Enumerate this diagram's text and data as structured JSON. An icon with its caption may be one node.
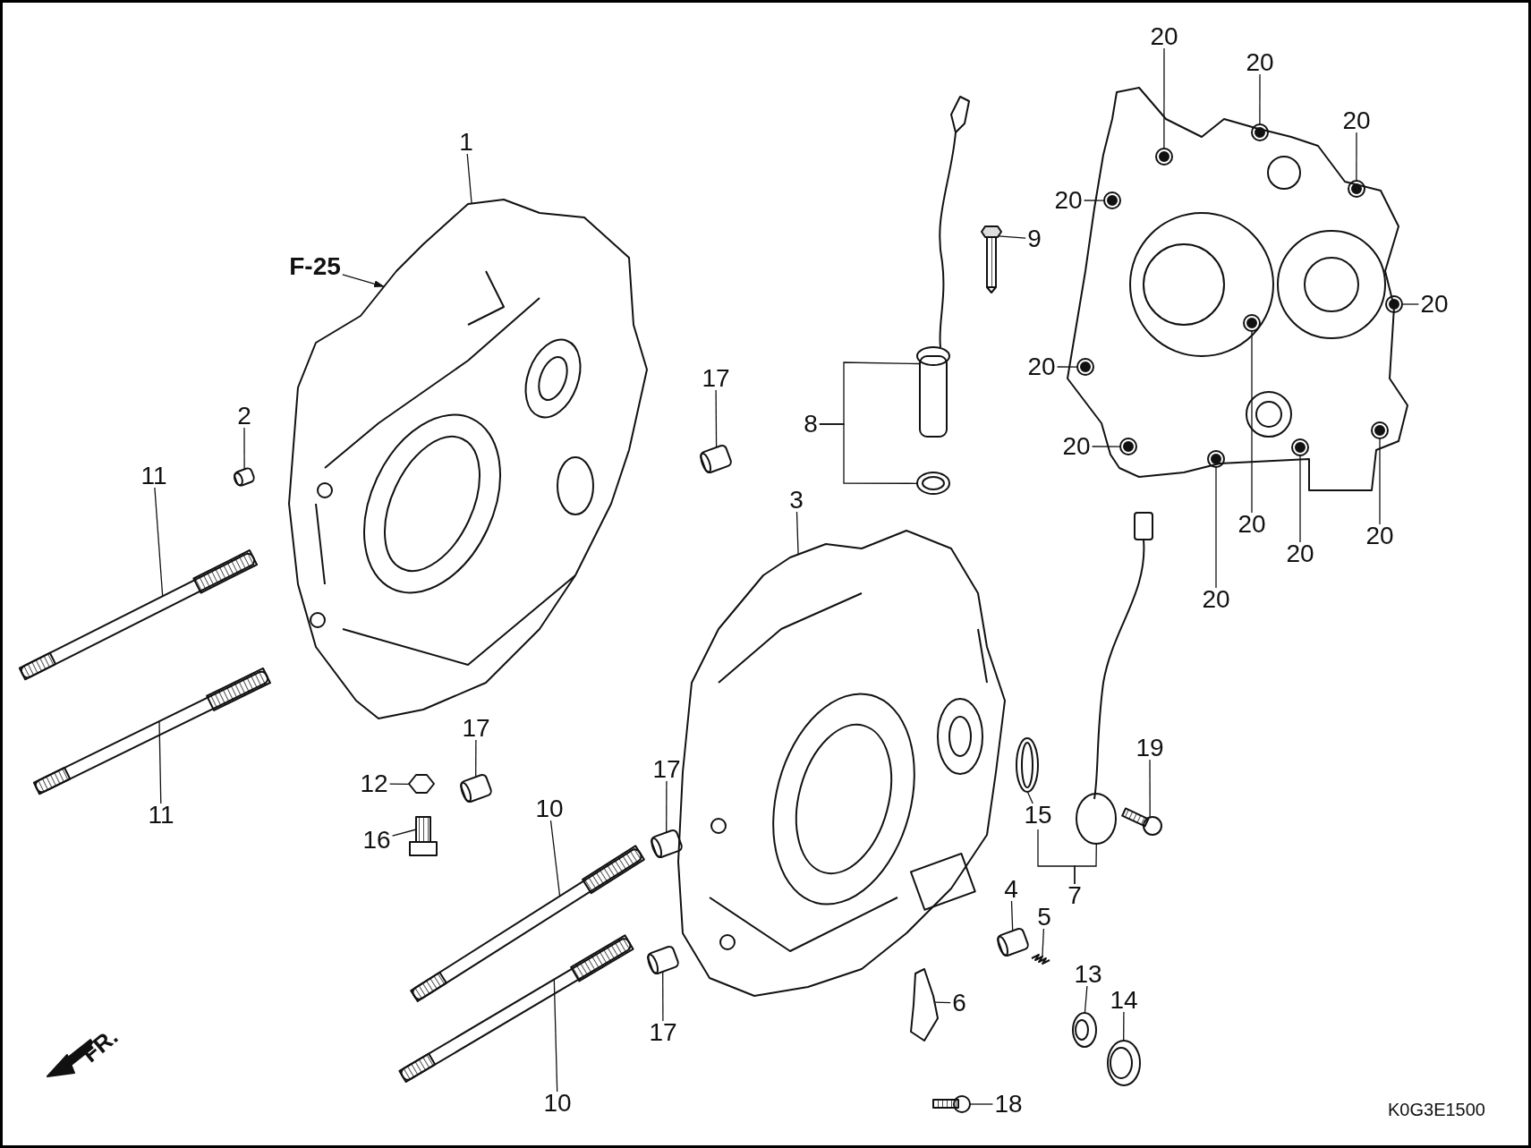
{
  "diagram": {
    "nodes": [
      {
        "text": [
          "20"
        ]
      },
      {
        "text": [
          "20"
        ]
      },
      {
        "text": [
          "20"
        ]
      },
      {
        "text": [
          "1"
        ]
      },
      {
        "text": [
          "20"
        ]
      },
      {
        "text": [
          "9"
        ]
      },
      {
        "text": [
          "F-25"
        ]
      },
      {
        "text": [
          "20"
        ]
      },
      {
        "text": [
          "20"
        ]
      },
      {
        "text": [
          "17"
        ]
      },
      {
        "text": [
          "2"
        ]
      },
      {
        "text": [
          "8"
        ]
      },
      {
        "text": [
          "20"
        ]
      },
      {
        "text": [
          "11"
        ]
      },
      {
        "text": [
          "3"
        ]
      },
      {
        "text": [
          "20"
        ]
      },
      {
        "text": [
          "20"
        ]
      },
      {
        "text": [
          "20"
        ]
      },
      {
        "text": [
          "20"
        ]
      },
      {
        "text": [
          "17"
        ]
      },
      {
        "text": [
          "19"
        ]
      },
      {
        "text": [
          "17"
        ]
      },
      {
        "text": [
          "12"
        ]
      },
      {
        "text": [
          "10"
        ]
      },
      {
        "text": [
          "11"
        ]
      },
      {
        "text": [
          "15"
        ]
      },
      {
        "text": [
          "16"
        ]
      },
      {
        "text": [
          "4"
        ]
      },
      {
        "text": [
          "7"
        ]
      },
      {
        "text": [
          "5"
        ]
      },
      {
        "text": [
          "13"
        ]
      },
      {
        "text": [
          "14"
        ]
      },
      {
        "text": [
          "6"
        ]
      },
      {
        "text": [
          "17"
        ]
      },
      {
        "text": [
          "10"
        ]
      },
      {
        "text": [
          "18"
        ]
      },
      {
        "text": [],
        "shape": "picture"
      },
      {
        "text": [],
        "shape": "circle"
      },
      {
        "text": [],
        "shape": "circle"
      },
      {
        "text": [],
        "shape": "circle"
      },
      {
        "text": [],
        "shape": "circle"
      },
      {
        "text": [],
        "shape": "circle"
      },
      {
        "text": [],
        "shape": "circle"
      },
      {
        "text": [],
        "shape": "circle"
      },
      {
        "text": [],
        "shape": "circle"
      },
      {
        "text": [],
        "shape": "circle"
      },
      {
        "text": [],
        "shape": "circle"
      },
      {
        "text": [],
        "shape": "circle"
      },
      {
        "text": [],
        "shape": "picture"
      },
      {
        "text": [],
        "shape": "picture"
      },
      {
        "text": [],
        "shape": "picture"
      },
      {
        "text": [],
        "shape": "picture"
      },
      {
        "text": [],
        "shape": "picture"
      },
      {
        "text": [],
        "shape": "picture"
      },
      {
        "text": [],
        "shape": "picture"
      },
      {
        "text": [],
        "shape": "picture"
      },
      {
        "text": [],
        "shape": "picture"
      },
      {
        "text": [],
        "shape": "picture"
      },
      {
        "text": [],
        "shape": "picture"
      },
      {
        "text": [],
        "shape": "picture"
      },
      {
        "text": [],
        "shape": "picture"
      },
      {
        "text": [],
        "shape": "picture"
      },
      {
        "text": [],
        "shape": "picture"
      },
      {
        "text": [],
        "shape": "picture"
      },
      {
        "text": [],
        "shape": "picture"
      },
      {
        "text": [],
        "shape": "picture"
      },
      {
        "text": [],
        "shape": "picture"
      },
      {
        "text": [],
        "shape": "picture"
      },
      {
        "text": [],
        "shape": "picture"
      },
      {
        "text": [],
        "shape": "picture"
      },
      {
        "text": [],
        "shape": "picture"
      },
      {
        "text": [],
        "shape": "picture"
      }
    ],
    "edges": [
      {
        "from": 0,
        "to": 38,
        "arrow": "none"
      },
      {
        "from": 1,
        "to": 37,
        "arrow": "none"
      },
      {
        "from": 2,
        "to": 39,
        "arrow": "none"
      },
      {
        "from": 3,
        "to": 36,
        "arrow": "none"
      },
      {
        "from": 4,
        "to": 40,
        "arrow": "none"
      },
      {
        "from": 5,
        "to": 48,
        "arrow": "none"
      },
      {
        "from": 6,
        "to": 36,
        "arrow": "to"
      },
      {
        "from": 7,
        "to": 41,
        "arrow": "none"
      },
      {
        "from": 8,
        "to": 43,
        "arrow": "none"
      },
      {
        "from": 9,
        "to": 51,
        "arrow": "none"
      },
      {
        "from": 10,
        "to": 52,
        "arrow": "none"
      },
      {
        "from": 11,
        "to": 49,
        "arrow": "none"
      },
      {
        "from": 11,
        "to": 50,
        "arrow": "none"
      },
      {
        "from": 12,
        "to": 45,
        "arrow": "none"
      },
      {
        "from": 13,
        "to": 53,
        "arrow": "none"
      },
      {
        "from": 14,
        "to": 54,
        "arrow": "none"
      },
      {
        "from": 15,
        "to": 42,
        "arrow": "none"
      },
      {
        "from": 16,
        "to": 44,
        "arrow": "none"
      },
      {
        "from": 17,
        "to": 46,
        "arrow": "none"
      },
      {
        "from": 18,
        "to": 47,
        "arrow": "none"
      },
      {
        "from": 19,
        "to": 55,
        "arrow": "none"
      },
      {
        "from": 20,
        "to": 56,
        "arrow": "none"
      },
      {
        "from": 21,
        "to": 57,
        "arrow": "none"
      },
      {
        "from": 22,
        "to": 58,
        "arrow": "none"
      },
      {
        "from": 23,
        "to": 59,
        "arrow": "none"
      },
      {
        "from": 24,
        "to": 60,
        "arrow": "none"
      },
      {
        "from": 25,
        "to": 61,
        "arrow": "none"
      },
      {
        "from": 26,
        "to": 62,
        "arrow": "none"
      },
      {
        "from": 27,
        "to": 63,
        "arrow": "none"
      },
      {
        "from": 28,
        "to": 25,
        "arrow": "none"
      },
      {
        "from": 28,
        "to": 64,
        "arrow": "none"
      },
      {
        "from": 29,
        "to": 65,
        "arrow": "none"
      },
      {
        "from": 30,
        "to": 66,
        "arrow": "none"
      },
      {
        "from": 31,
        "to": 67,
        "arrow": "none"
      },
      {
        "from": 32,
        "to": 68,
        "arrow": "none"
      },
      {
        "from": 33,
        "to": 69,
        "arrow": "none"
      },
      {
        "from": 34,
        "to": 70,
        "arrow": "none"
      },
      {
        "from": 35,
        "to": 71,
        "arrow": "none"
      }
    ],
    "labels": [
      "FR.",
      "K0G3E1500"
    ]
  }
}
